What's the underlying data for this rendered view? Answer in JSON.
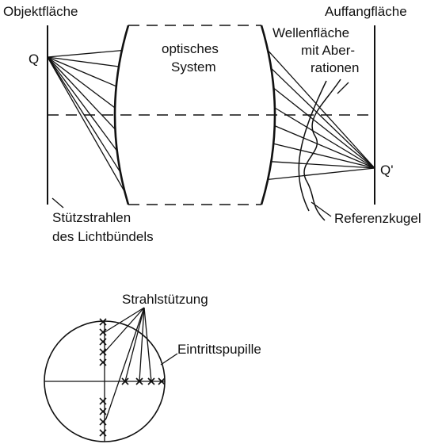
{
  "labels": {
    "object_plane": "Objektfläche",
    "image_plane": "Auffangfläche",
    "point_q": "Q",
    "point_q_prime": "Q'",
    "optical_system_line1": "optisches",
    "optical_system_line2": "System",
    "wavefront_line1": "Wellenfläche",
    "wavefront_line2": "mit Aber-",
    "wavefront_line3": "rationen",
    "support_rays_line1": "Stützstrahlen",
    "support_rays_line2": "des Lichtbündels",
    "reference_sphere": "Referenzkugel",
    "ray_support": "Strahlstützung",
    "entrance_pupil": "Eintrittspupille"
  }
}
